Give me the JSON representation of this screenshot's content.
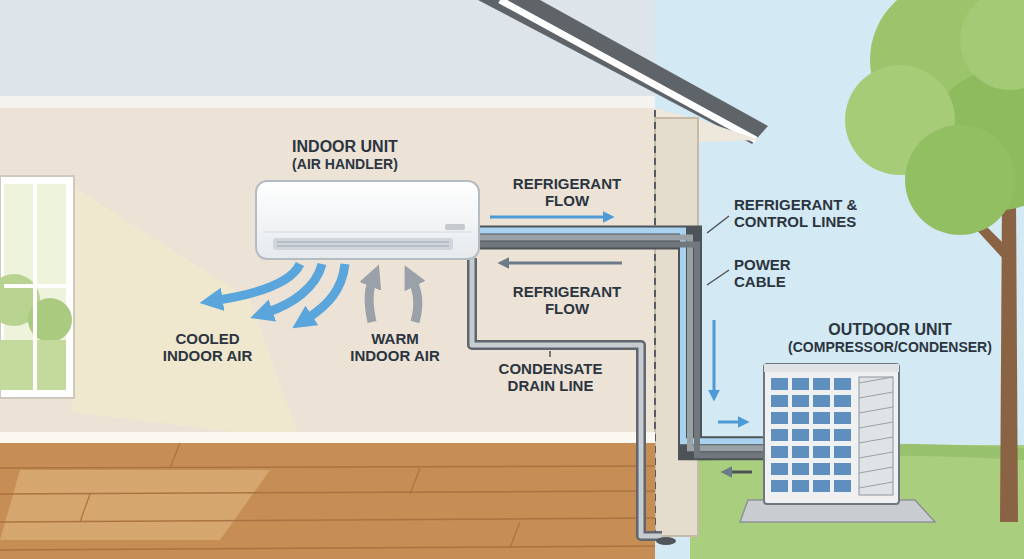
{
  "diagram": {
    "nodes": [
      {
        "text": [
          "INDOOR UNIT",
          "(AIR HANDLER)"
        ]
      },
      {
        "text": [
          "OUTDOOR UNIT",
          "(COMPRESSOR/CONDENSER)"
        ]
      }
    ],
    "edges": [
      {
        "from": 0,
        "to": 1,
        "arrow": "none"
      }
    ],
    "labels": [
      "REFRIGERANT FLOW",
      "REFRIGERANT & CONTROL LINES",
      "REFRIGERANT FLOW",
      "POWER CABLE",
      "COOLED INDOOR AIR",
      "WARM INDOOR AIR",
      "CONDENSATE DRAIN LINE"
    ]
  }
}
